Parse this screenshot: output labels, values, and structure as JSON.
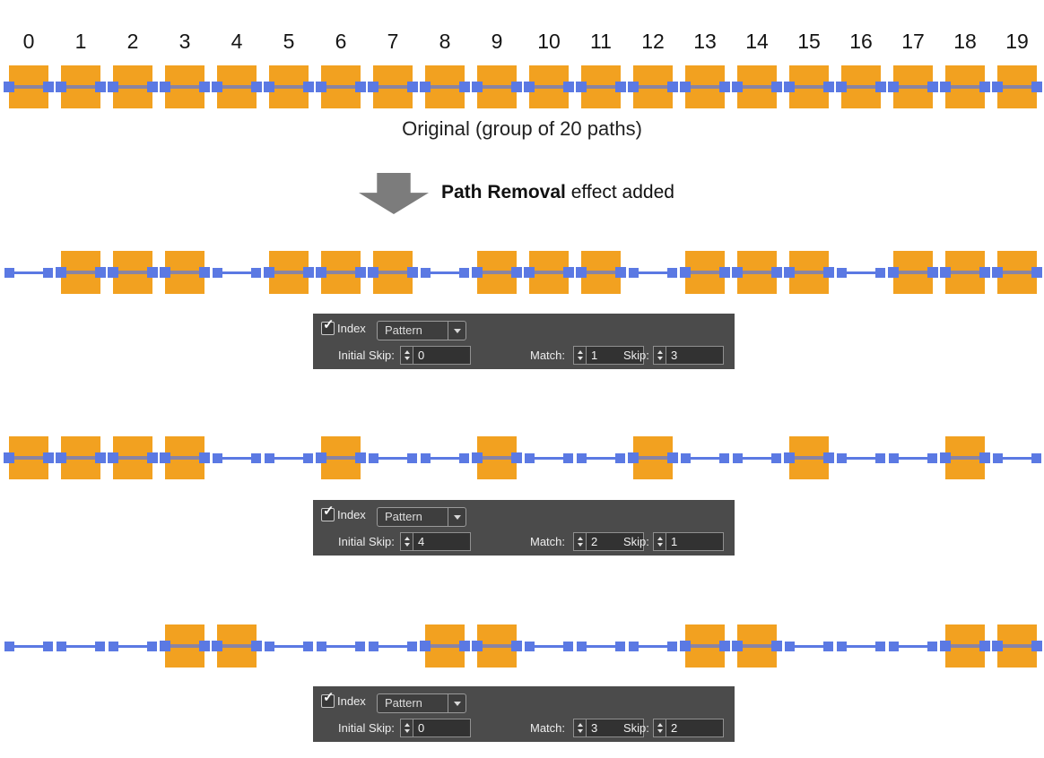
{
  "original": {
    "indices": [
      "0",
      "1",
      "2",
      "3",
      "4",
      "5",
      "6",
      "7",
      "8",
      "9",
      "10",
      "11",
      "12",
      "13",
      "14",
      "15",
      "16",
      "17",
      "18",
      "19"
    ],
    "caption": "Original (group of 20 paths)"
  },
  "transition": {
    "title_bold": "Path Removal",
    "title_rest": " effect added"
  },
  "panel_labels": {
    "checkbox": "Index",
    "checkmark": "✓",
    "dropdown": "Pattern",
    "field1": "Initial Skip:",
    "field2": "Match:",
    "field3": "Skip:"
  },
  "examples": [
    {
      "pattern": [
        0,
        1,
        1,
        1,
        0,
        1,
        1,
        1,
        0,
        1,
        1,
        1,
        0,
        1,
        1,
        1,
        0,
        1,
        1,
        1
      ],
      "initial_skip": "0",
      "match": "1",
      "skip": "3"
    },
    {
      "pattern": [
        1,
        1,
        1,
        1,
        0,
        0,
        1,
        0,
        0,
        1,
        0,
        0,
        1,
        0,
        0,
        1,
        0,
        0,
        1,
        0
      ],
      "initial_skip": "4",
      "match": "2",
      "skip": "1"
    },
    {
      "pattern": [
        0,
        0,
        0,
        1,
        1,
        0,
        0,
        0,
        1,
        1,
        0,
        0,
        0,
        1,
        1,
        0,
        0,
        0,
        1,
        1
      ],
      "initial_skip": "0",
      "match": "3",
      "skip": "2"
    }
  ],
  "colors": {
    "square_orange": "#F2A120",
    "selection_blue": "#5B79E3",
    "muted_line": "#8A84A2",
    "panel_bg": "#4B4B4B",
    "arrow_gray": "#7C7C7C"
  }
}
